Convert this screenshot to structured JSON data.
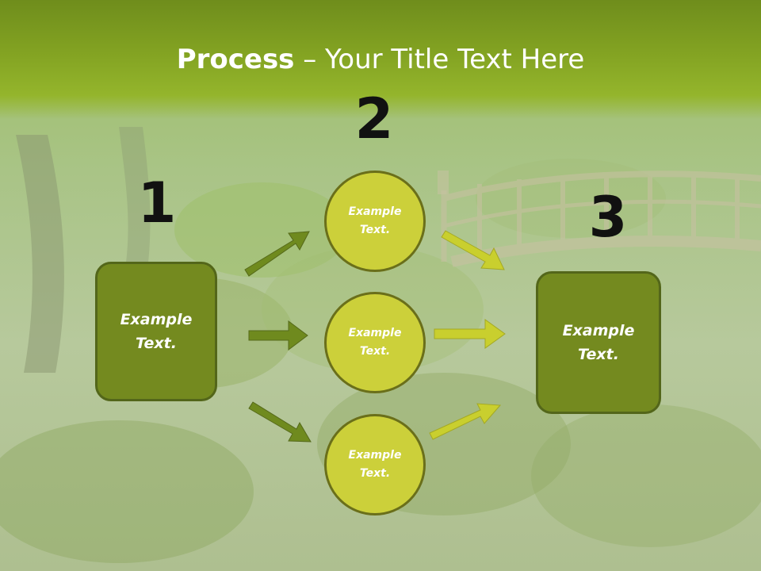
{
  "title": {
    "bold": "Process",
    "rest": " – Your Title Text Here"
  },
  "steps": {
    "one": "1",
    "two": "2",
    "three": "3"
  },
  "left_box": {
    "text": "Example Text."
  },
  "circles": [
    {
      "text": "Example Text."
    },
    {
      "text": "Example Text."
    },
    {
      "text": "Example Text."
    }
  ],
  "right_box": {
    "text": "Example Text."
  },
  "colors": {
    "header": "#83a322",
    "box_fill": "#748a1f",
    "circle_fill": "#ccd03a",
    "arrow_left": "#6f8a1e",
    "arrow_right": "#c9cf2e"
  }
}
